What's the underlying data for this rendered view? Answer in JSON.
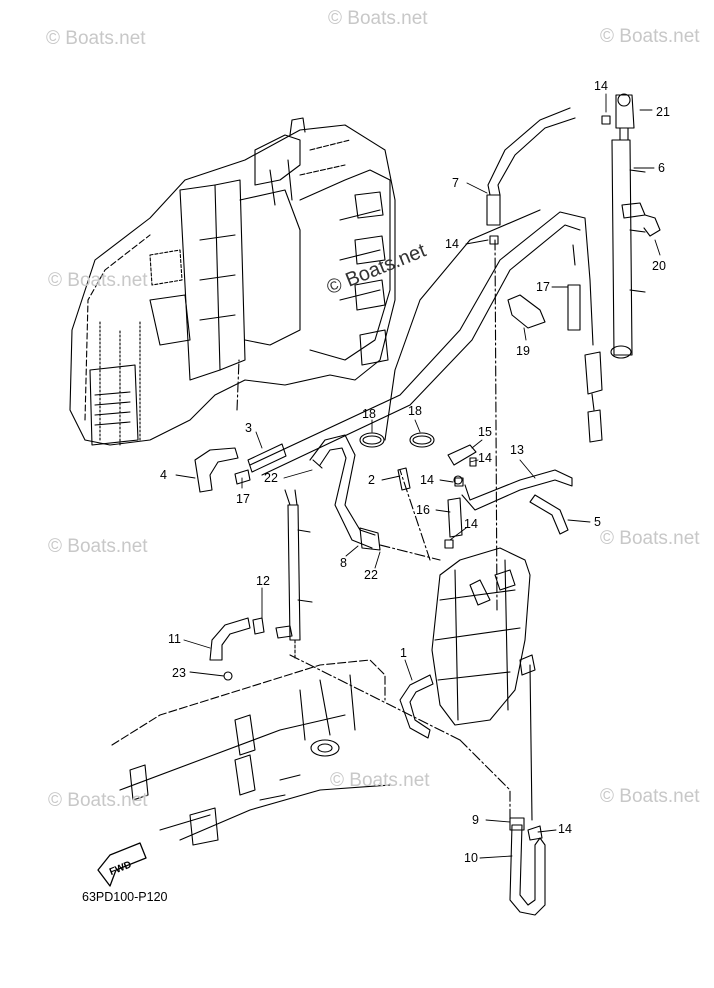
{
  "watermarks": [
    "© Boats.net",
    "© Boats.net",
    "© Boats.net",
    "© Boats.net",
    "© Boats.net",
    "© Boats.net",
    "© Boats.net",
    "© Boats.net",
    "© Boats.net"
  ],
  "center_watermark": "© Boats.net",
  "diagram_code": "63PD100-P120",
  "fwd_label": "FWD",
  "callouts": [
    "14",
    "21",
    "6",
    "7",
    "14",
    "20",
    "17",
    "19",
    "18",
    "18",
    "15",
    "3",
    "14",
    "13",
    "4",
    "17",
    "22",
    "2",
    "14",
    "16",
    "5",
    "14",
    "12",
    "8",
    "22",
    "11",
    "1",
    "23",
    "9",
    "14",
    "10"
  ]
}
